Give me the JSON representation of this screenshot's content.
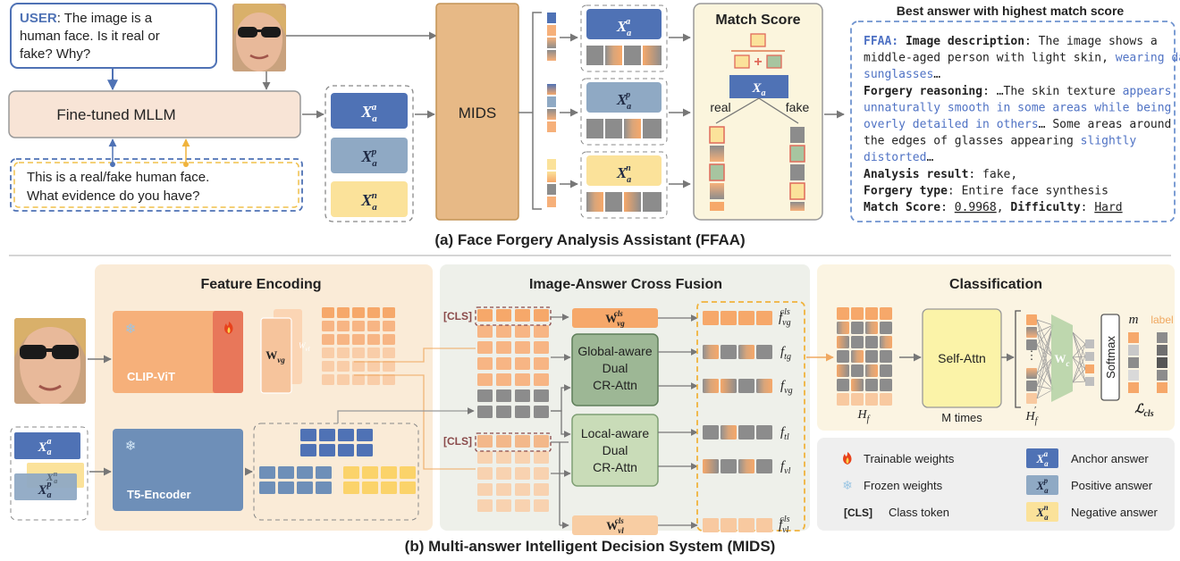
{
  "colors": {
    "anchor": "#4f72b5",
    "positive": "#8fa9c4",
    "negative": "#fbe29a",
    "mllm_fill": "#f8e4d6",
    "mids_fill": "#e7b986",
    "match_fill": "#fbf5dd",
    "feature_panel": "#faebd7",
    "fusion_panel": "#eef0ea",
    "class_panel": "#fbf4e2",
    "orange_cell": "#f6a86a",
    "gray_cell": "#8c8c8c",
    "green_cell": "#a7c5a0",
    "link_blue": "#4f72c4"
  },
  "ffaa": {
    "user_label": "USER",
    "user_text_1": ": The image is a",
    "user_text_2": "human face. Is it real or",
    "user_text_3": "fake? Why?",
    "mllm_label": "Fine-tuned MLLM",
    "prompt_line_1": "This is a real/fake human face.",
    "prompt_line_2": "What evidence do you have?",
    "mids_label": "MIDS",
    "match_title": "Match Score",
    "real_label": "real",
    "fake_label": "fake",
    "best_answer_title": "Best answer with highest match score",
    "answer_lines": [
      [
        {
          "t": "FFAA: ",
          "c": "blue",
          "b": true
        },
        {
          "t": "Image description",
          "c": "k",
          "b": true
        },
        {
          "t": ": The image shows a",
          "c": "k"
        }
      ],
      [
        {
          "t": "middle-aged person with light skin, ",
          "c": "k"
        },
        {
          "t": "wearing dark",
          "c": "blue"
        }
      ],
      [
        {
          "t": "sunglasses",
          "c": "blue"
        },
        {
          "t": "…",
          "c": "k"
        }
      ],
      [
        {
          "t": "Forgery reasoning",
          "c": "k",
          "b": true
        },
        {
          "t": ": …The skin texture ",
          "c": "k"
        },
        {
          "t": "appears",
          "c": "blue"
        }
      ],
      [
        {
          "t": "unnaturally smooth in some areas while being",
          "c": "blue"
        }
      ],
      [
        {
          "t": "overly detailed in others",
          "c": "blue"
        },
        {
          "t": "… Some areas around",
          "c": "k"
        }
      ],
      [
        {
          "t": "the edges of glasses appearing ",
          "c": "k"
        },
        {
          "t": "slightly",
          "c": "blue"
        }
      ],
      [
        {
          "t": "distorted",
          "c": "blue"
        },
        {
          "t": "…",
          "c": "k"
        }
      ],
      [
        {
          "t": "Analysis result",
          "c": "k",
          "b": true
        },
        {
          "t": ": fake,",
          "c": "k"
        }
      ],
      [
        {
          "t": "Forgery type",
          "c": "k",
          "b": true
        },
        {
          "t": ": Entire face synthesis",
          "c": "k"
        }
      ],
      [
        {
          "t": "Match Score",
          "c": "k",
          "b": true
        },
        {
          "t": ": ",
          "c": "k"
        },
        {
          "t": "0.9968",
          "c": "k",
          "u": true
        },
        {
          "t": ", ",
          "c": "k"
        },
        {
          "t": "Difficulty",
          "c": "k",
          "b": true
        },
        {
          "t": ": ",
          "c": "k"
        },
        {
          "t": "Hard",
          "c": "k",
          "u": true
        }
      ]
    ],
    "caption": "(a) Face Forgery Analysis Assistant (FFAA)"
  },
  "mids": {
    "feature_title": "Feature Encoding",
    "clip_label": "CLIP-ViT",
    "t5_label": "T5-Encoder",
    "fusion_title": "Image-Answer Cross Fusion",
    "cls_token": "[CLS]",
    "global_attn": [
      "Global-aware",
      "Dual",
      "CR-Attn"
    ],
    "local_attn": [
      "Local-aware",
      "Dual",
      "CR-Attn"
    ],
    "class_title": "Classification",
    "self_attn": "Self-Attn",
    "m_times": "M times",
    "softmax": "Softmax",
    "m_label": "m",
    "label_label": "label",
    "legend": {
      "trainable": "Trainable weights",
      "frozen": "Frozen weights",
      "cls": "[CLS]",
      "cls_desc": "Class token",
      "anchor": "Anchor answer",
      "positive": "Positive answer",
      "negative": "Negative answer"
    },
    "caption": "(b) Multi-answer Intelligent Decision System (MIDS)"
  }
}
